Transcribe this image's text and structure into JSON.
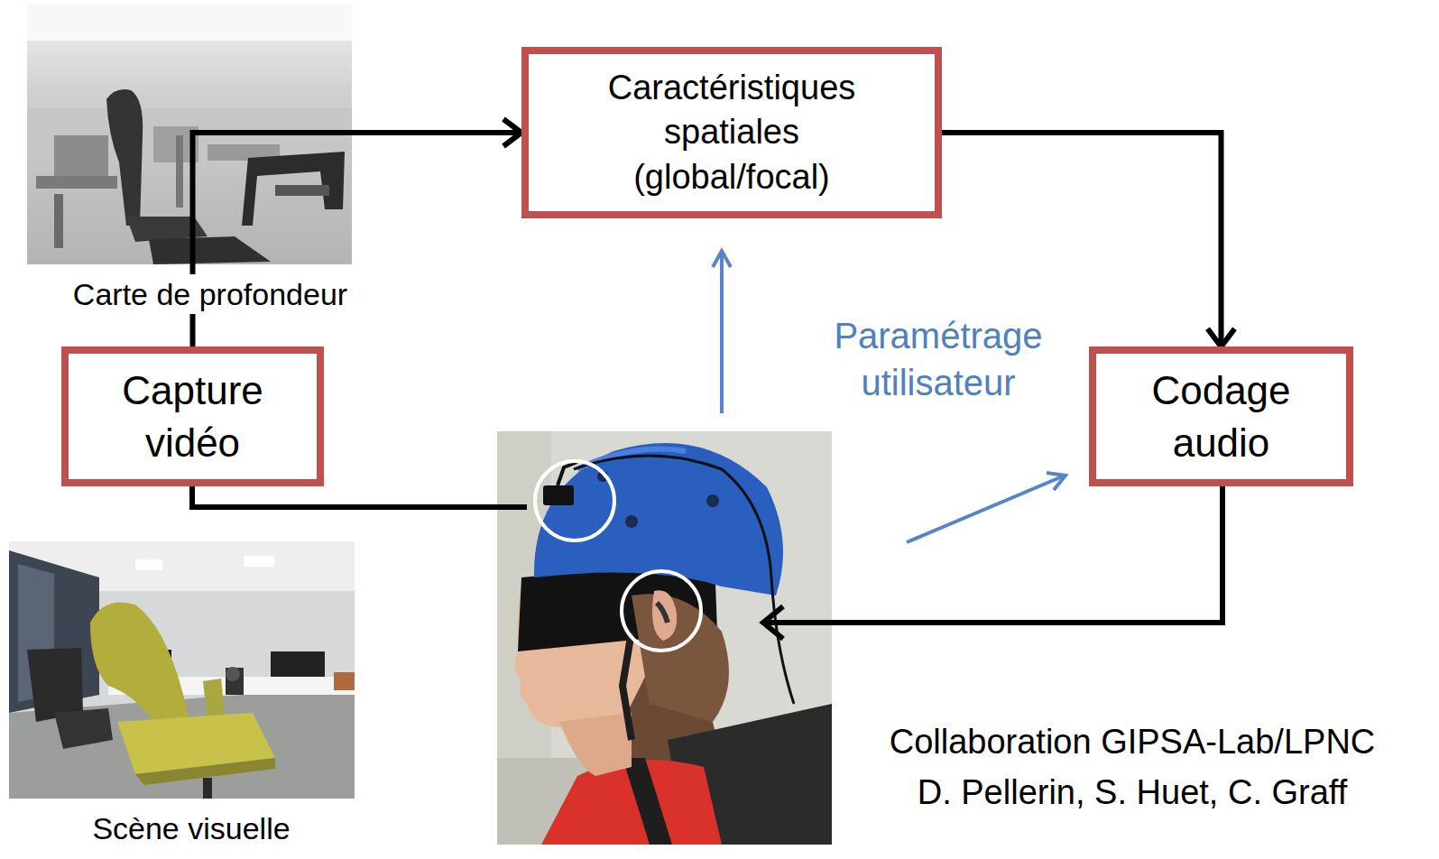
{
  "diagram": {
    "nodes": [
      {
        "text": [
          "Caractéristiques spatiales (global/focal)"
        ]
      },
      {
        "text": [
          "Capture vidéo"
        ]
      },
      {
        "text": [
          "Codage audio"
        ]
      }
    ],
    "edges": [
      {
        "from": 1,
        "to": 0,
        "arrow": "to"
      },
      {
        "from": 0,
        "to": 2,
        "arrow": "to"
      }
    ],
    "labels": [
      "Carte de profondeur",
      "Paramétrage utilisateur",
      "Collaboration GIPSA-Lab/LPNC",
      "D. Pellerin, S. Huet, C. Graff",
      "Scène visuelle"
    ]
  }
}
